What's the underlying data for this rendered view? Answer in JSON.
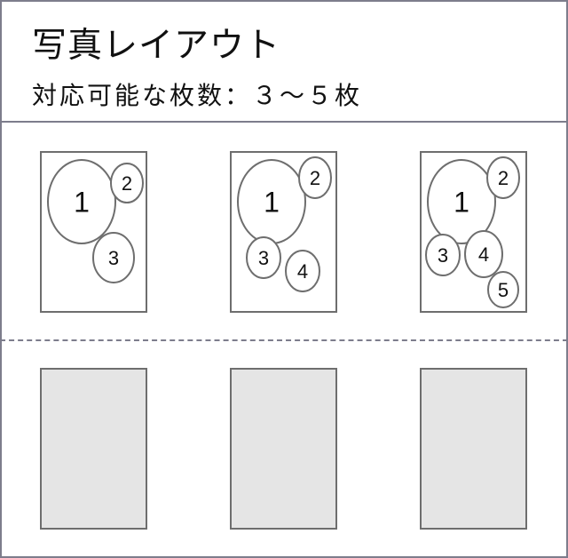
{
  "header": {
    "title": "写真レイアウト",
    "subtitle": "対応可能な枚数：３～５枚"
  },
  "layouts": [
    {
      "photo_count": 3,
      "labels": [
        "1",
        "2",
        "3"
      ]
    },
    {
      "photo_count": 4,
      "labels": [
        "1",
        "2",
        "3",
        "4"
      ]
    },
    {
      "photo_count": 5,
      "labels": [
        "1",
        "2",
        "3",
        "4",
        "5"
      ]
    }
  ],
  "colors": {
    "border": "#7d7d8c",
    "card_stroke": "#6e6e6e",
    "placeholder_fill": "#e5e5e5"
  }
}
